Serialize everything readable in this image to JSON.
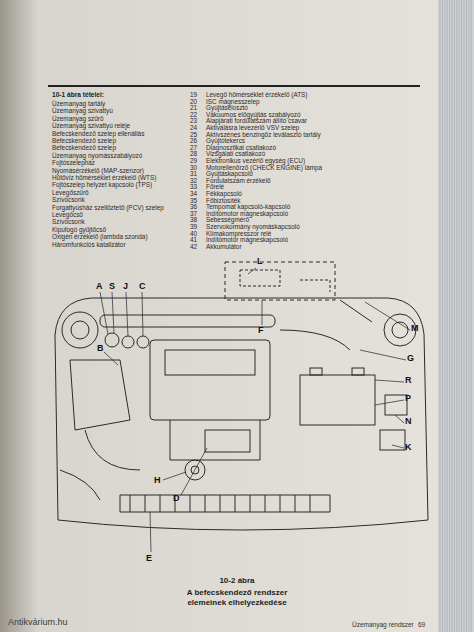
{
  "diagram": {
    "caption": "A befecskendező rendszer elemeinek elhelyezkedése",
    "labels": [
      "10-1 ábra tételei:",
      "Üzemanyag tartály",
      "Üzemanyag szivattyú",
      "Üzemanyag szűrő",
      "Üzemanyag szivattyú reléje",
      "Befecskendező szelep ellenállás",
      "Befecskendező szelep",
      "Befecskendező szelep",
      "Üzemanyag nyomásszabályozó",
      "Fojtószelepház",
      "Nyomásérzékelő (MAP-szenzor)",
      "Hűtővíz hőmérséklet érzékelő (WTS)",
      "Fojtószelep helyzet kapcsoló (TPS)",
      "Levegőszűrő",
      "Szívócsonk",
      "Forgattyúsház szellőztető (PCV) szelep",
      "Levegőcső",
      "Szívócsonk",
      "Kipufogó gyűjtőcső",
      "Oxigén érzékelő (lambda szonda)",
      "Háromfunkciós katalizátor",
      "19",
      "Levegő hőmérséklet érzékelő (ATS)",
      "20",
      "ISC mágnesszelep",
      "21",
      "Gyújtáselosztó",
      "22",
      "Vákuumos előgyújtás szabályozó",
      "23",
      "Alapjárati fordulatszám állító csavar",
      "24",
      "Aktiválásra levezérlő VSV szelep",
      "25",
      "Aktívszénes benzingőz leválasztó tartály",
      "26",
      "Gyújtótekercs",
      "27",
      "Diagnosztikai csatlakozó",
      "28",
      "Vizsgálati csatlakozó",
      "29",
      "Elektronikus vezérlő egység (ECU)",
      "30",
      "Motorellenőrző (CHECK ENGINE) lámpa",
      "31",
      "Gyújtáskapcsoló",
      "32",
      "Fordulatszám érzékelő",
      "33",
      "Főrelé",
      "34",
      "Fékkapcsoló",
      "35",
      "Főbiztosíték",
      "36",
      "Tempomat kapcsoló-kapcsoló",
      "37",
      "Indítómotor mágneskapcsoló",
      "38",
      "Sebességmérő",
      "39",
      "Szervokormány nyomáskapcsoló",
      "40",
      "Klímakompresszor relé",
      "41",
      "Indítómotor mágneskapcsoló",
      "42",
      "Akkumulátor",
      "A",
      "S",
      "J",
      "C",
      "B",
      "M",
      "F",
      "G",
      "R",
      "P",
      "N",
      "K",
      "H",
      "D",
      "E",
      "L",
      "10-2 ábra",
      "Üzemanyag rendszer",
      "69",
      "Antikvárium.hu"
    ]
  }
}
